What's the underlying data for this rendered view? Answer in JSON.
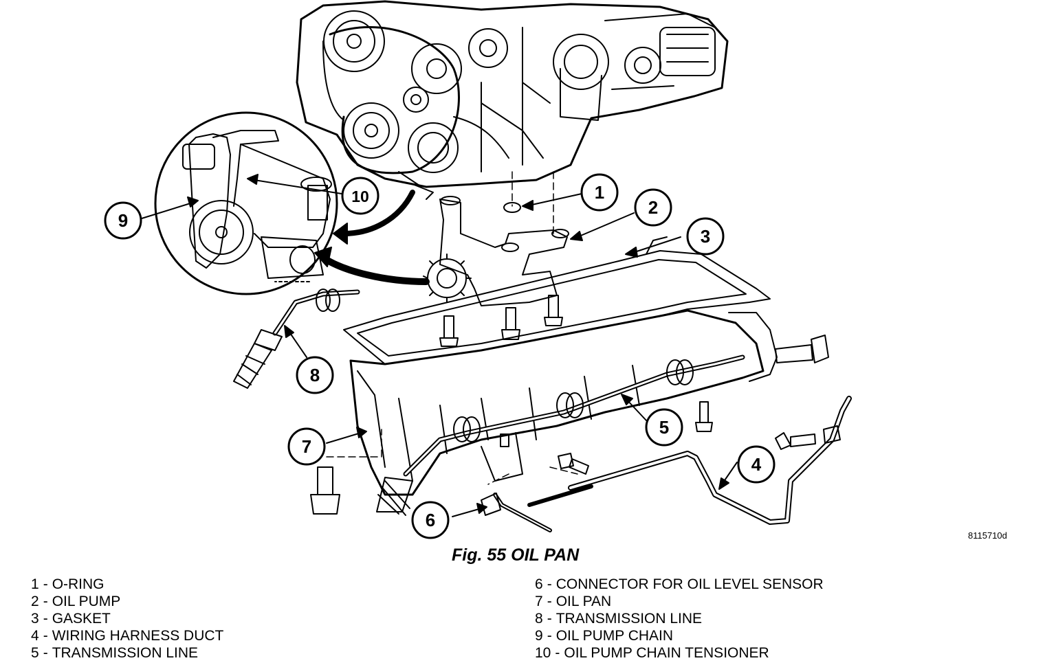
{
  "figure": {
    "code": "8115710d",
    "caption": "Fig. 55 OIL PAN"
  },
  "callouts": [
    {
      "number": "1",
      "label": "O-RING"
    },
    {
      "number": "2",
      "label": "OIL PUMP"
    },
    {
      "number": "3",
      "label": "GASKET"
    },
    {
      "number": "4",
      "label": "WIRING HARNESS DUCT"
    },
    {
      "number": "5",
      "label": "TRANSMISSION LINE"
    },
    {
      "number": "6",
      "label": "CONNECTOR FOR OIL LEVEL SENSOR"
    },
    {
      "number": "7",
      "label": "OIL PAN"
    },
    {
      "number": "8",
      "label": "TRANSMISSION LINE"
    },
    {
      "number": "9",
      "label": "OIL PUMP CHAIN"
    },
    {
      "number": "10",
      "label": "OIL PUMP CHAIN TENSIONER"
    }
  ],
  "legend_separator": "-",
  "colors": {
    "line": "#000000",
    "background": "#ffffff"
  }
}
